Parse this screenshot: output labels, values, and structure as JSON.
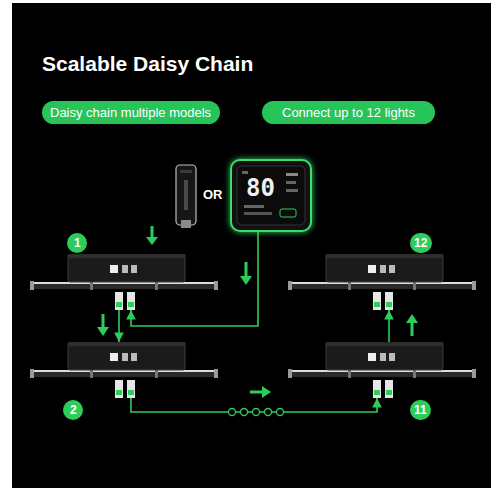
{
  "diagram": {
    "title": "Scalable Daisy Chain",
    "nodes": [
      {
        "text": [
          "Daisy chain multiple models"
        ]
      },
      {
        "text": [
          "Connect up to 12 lights"
        ]
      },
      {
        "text": [
          "80"
        ]
      },
      {
        "text": [
          "1"
        ]
      },
      {
        "text": [
          "12"
        ]
      },
      {
        "text": [
          "2"
        ]
      },
      {
        "text": [
          "11"
        ]
      }
    ],
    "edges": [
      {
        "from": 2,
        "to": 3,
        "arrow": "to"
      },
      {
        "from": 3,
        "to": 5,
        "arrow": "to"
      },
      {
        "from": 5,
        "to": 6,
        "arrow": "to"
      },
      {
        "from": 6,
        "to": 4,
        "arrow": "to"
      }
    ],
    "labels": [
      "OR"
    ]
  }
}
